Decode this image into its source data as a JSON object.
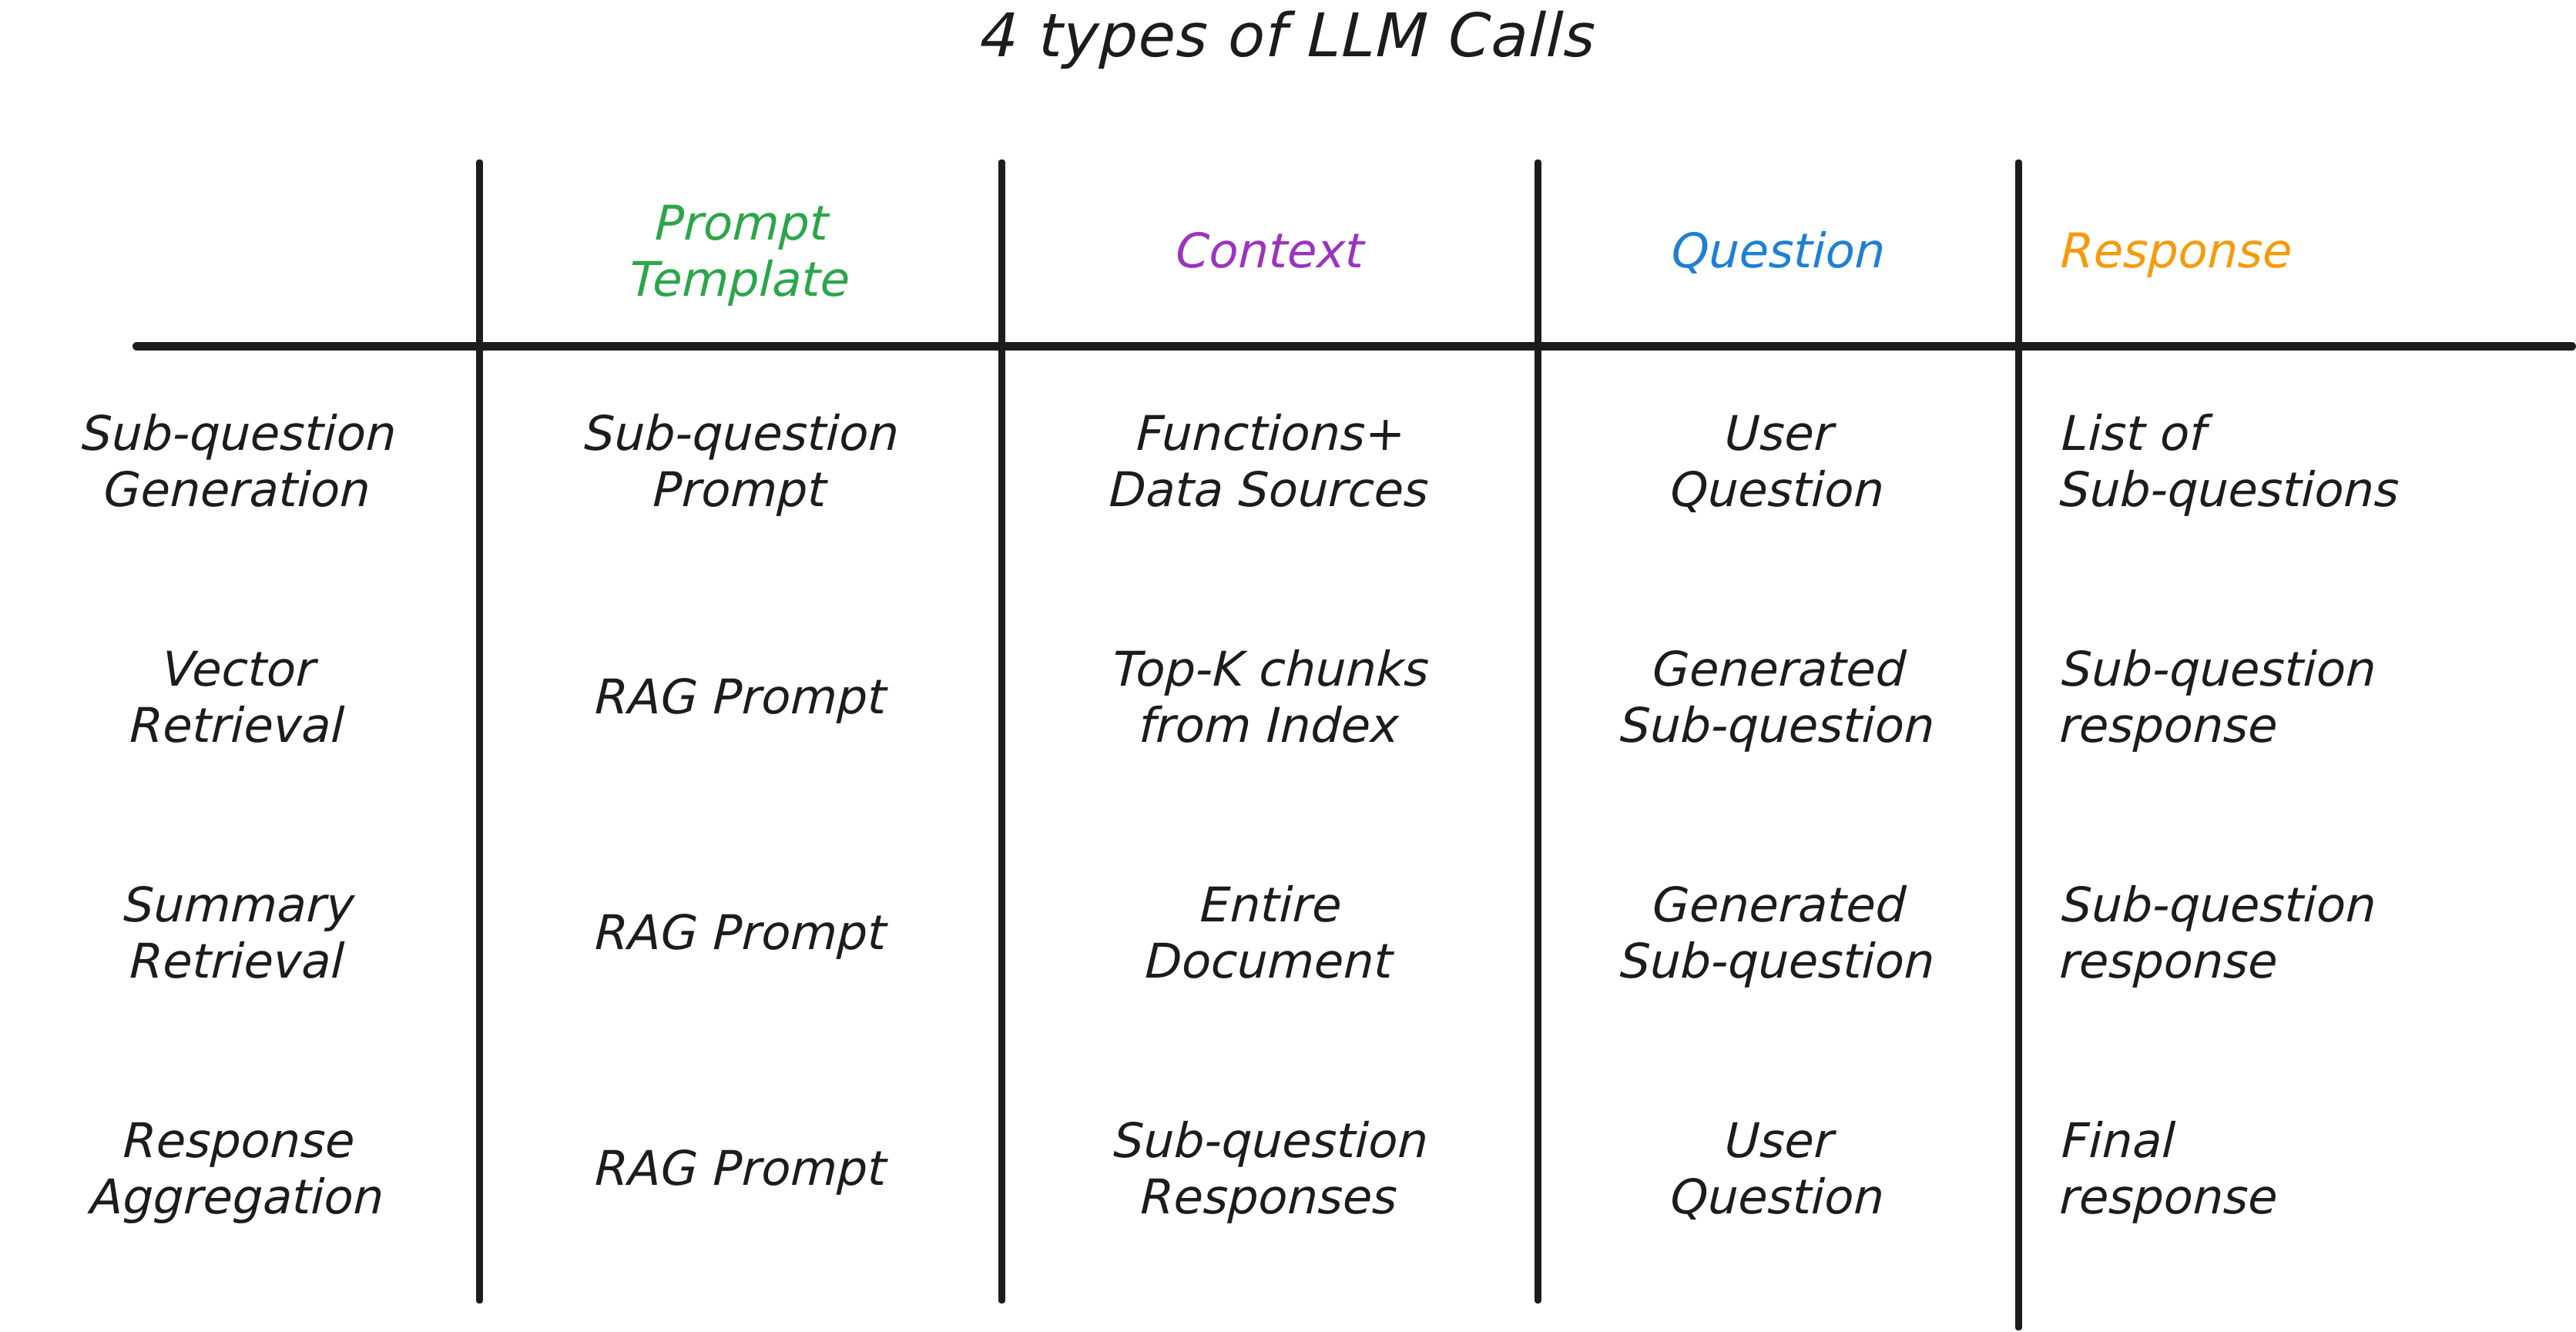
{
  "title": "4 types of LLM Calls",
  "colors": {
    "text": "#1c1c1c",
    "prompt_template": "#2CA54A",
    "context": "#9B34BE",
    "question": "#1F7FD4",
    "response": "#F59B0B",
    "rule": "#1c1c1c",
    "background": "#ffffff"
  },
  "chart_data": {
    "type": "table",
    "title": "4 types of LLM Calls",
    "columns": [
      {
        "label": "",
        "lines": [
          ""
        ],
        "color": "#1c1c1c",
        "align": "center"
      },
      {
        "label": "Prompt Template",
        "lines": [
          "Prompt",
          "Template"
        ],
        "color": "#2CA54A",
        "align": "center"
      },
      {
        "label": "Context",
        "lines": [
          "Context"
        ],
        "color": "#9B34BE",
        "align": "center"
      },
      {
        "label": "Question",
        "lines": [
          "Question"
        ],
        "color": "#1F7FD4",
        "align": "center"
      },
      {
        "label": "Response",
        "lines": [
          "Response"
        ],
        "color": "#F59B0B",
        "align": "left"
      }
    ],
    "rows": [
      {
        "name": "Sub-question Generation",
        "cells": [
          {
            "lines": [
              "Sub-question",
              "Generation"
            ],
            "align": "center"
          },
          {
            "lines": [
              "Sub-question",
              "Prompt"
            ],
            "align": "center"
          },
          {
            "lines": [
              "Functions+",
              "Data Sources"
            ],
            "align": "center"
          },
          {
            "lines": [
              "User",
              "Question"
            ],
            "align": "center"
          },
          {
            "lines": [
              "List of",
              "Sub-questions"
            ],
            "align": "left"
          }
        ]
      },
      {
        "name": "Vector Retrieval",
        "cells": [
          {
            "lines": [
              "Vector",
              "Retrieval"
            ],
            "align": "center"
          },
          {
            "lines": [
              "RAG Prompt"
            ],
            "align": "center"
          },
          {
            "lines": [
              "Top-K chunks",
              "from Index"
            ],
            "align": "center"
          },
          {
            "lines": [
              "Generated",
              "Sub-question"
            ],
            "align": "center"
          },
          {
            "lines": [
              "Sub-question",
              "response"
            ],
            "align": "left"
          }
        ]
      },
      {
        "name": "Summary Retrieval",
        "cells": [
          {
            "lines": [
              "Summary",
              "Retrieval"
            ],
            "align": "center"
          },
          {
            "lines": [
              "RAG Prompt"
            ],
            "align": "center"
          },
          {
            "lines": [
              "Entire",
              "Document"
            ],
            "align": "center"
          },
          {
            "lines": [
              "Generated",
              "Sub-question"
            ],
            "align": "center"
          },
          {
            "lines": [
              "Sub-question",
              "response"
            ],
            "align": "left"
          }
        ]
      },
      {
        "name": "Response Aggregation",
        "cells": [
          {
            "lines": [
              "Response",
              "Aggregation"
            ],
            "align": "center"
          },
          {
            "lines": [
              "RAG Prompt"
            ],
            "align": "center"
          },
          {
            "lines": [
              "Sub-question",
              "Responses"
            ],
            "align": "center"
          },
          {
            "lines": [
              "User",
              "Question"
            ],
            "align": "center"
          },
          {
            "lines": [
              "Final",
              "response"
            ],
            "align": "left"
          }
        ]
      }
    ]
  },
  "table": {
    "headers": {
      "row_label": "",
      "prompt_template_line1": "Prompt",
      "prompt_template_line2": "Template",
      "context": "Context",
      "question": "Question",
      "response": "Response"
    },
    "rows": [
      {
        "label_line1": "Sub-question",
        "label_line2": "Generation",
        "prompt_line1": "Sub-question",
        "prompt_line2": "Prompt",
        "context_line1": "Functions+",
        "context_line2": "Data Sources",
        "question_line1": "User",
        "question_line2": "Question",
        "response_line1": "List of",
        "response_line2": "Sub-questions"
      },
      {
        "label_line1": "Vector",
        "label_line2": "Retrieval",
        "prompt_line1": "RAG Prompt",
        "prompt_line2": "",
        "context_line1": "Top-K chunks",
        "context_line2": "from Index",
        "question_line1": "Generated",
        "question_line2": "Sub-question",
        "response_line1": "Sub-question",
        "response_line2": "response"
      },
      {
        "label_line1": "Summary",
        "label_line2": "Retrieval",
        "prompt_line1": "RAG Prompt",
        "prompt_line2": "",
        "context_line1": "Entire",
        "context_line2": "Document",
        "question_line1": "Generated",
        "question_line2": "Sub-question",
        "response_line1": "Sub-question",
        "response_line2": "response"
      },
      {
        "label_line1": "Response",
        "label_line2": "Aggregation",
        "prompt_line1": "RAG Prompt",
        "prompt_line2": "",
        "context_line1": "Sub-question",
        "context_line2": "Responses",
        "question_line1": "User",
        "question_line2": "Question",
        "response_line1": "Final",
        "response_line2": "response"
      }
    ]
  }
}
